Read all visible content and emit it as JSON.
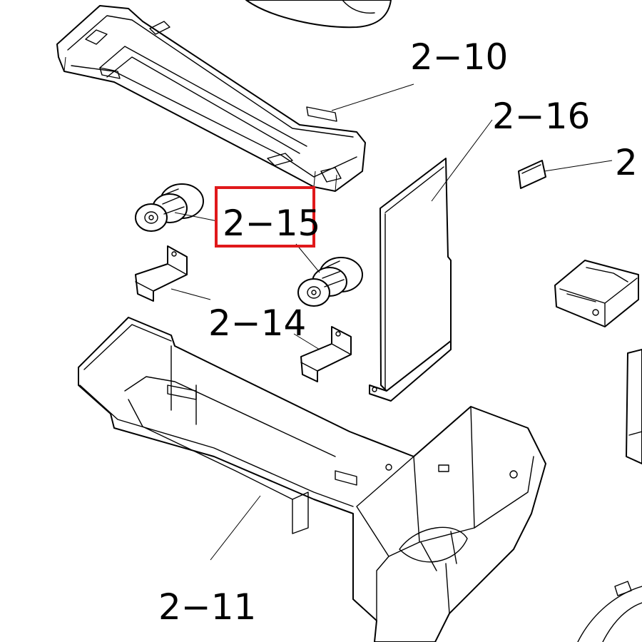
{
  "callouts": {
    "c_2_10": "2−10",
    "c_2_16": "2−16",
    "c_2_partial": "2",
    "c_2_15": "2−15",
    "c_2_14": "2−14",
    "c_2_11": "2−11"
  },
  "highlight": {
    "target": "2−15",
    "color": "#e0191b"
  }
}
